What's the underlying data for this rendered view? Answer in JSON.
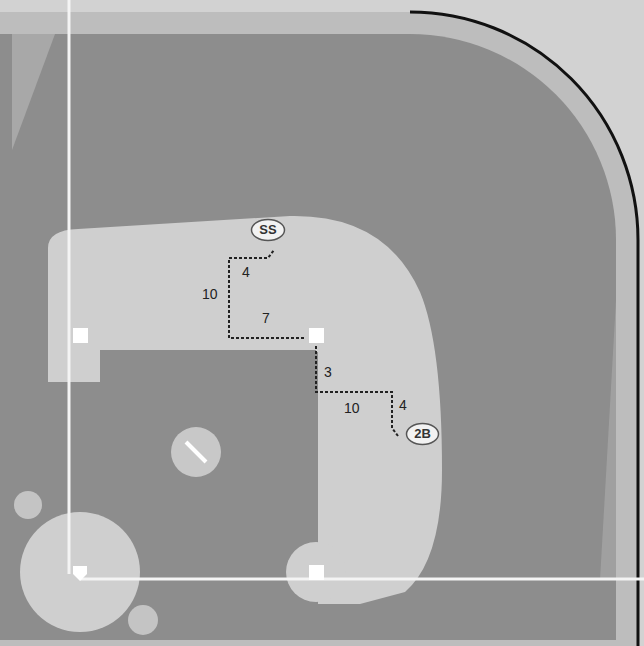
{
  "diagram": {
    "nodes": [
      {
        "text": [
          "SS"
        ]
      },
      {
        "text": [
          "2B"
        ]
      }
    ],
    "labels": [
      "4",
      "10",
      "7",
      "3",
      "4",
      "10"
    ]
  }
}
